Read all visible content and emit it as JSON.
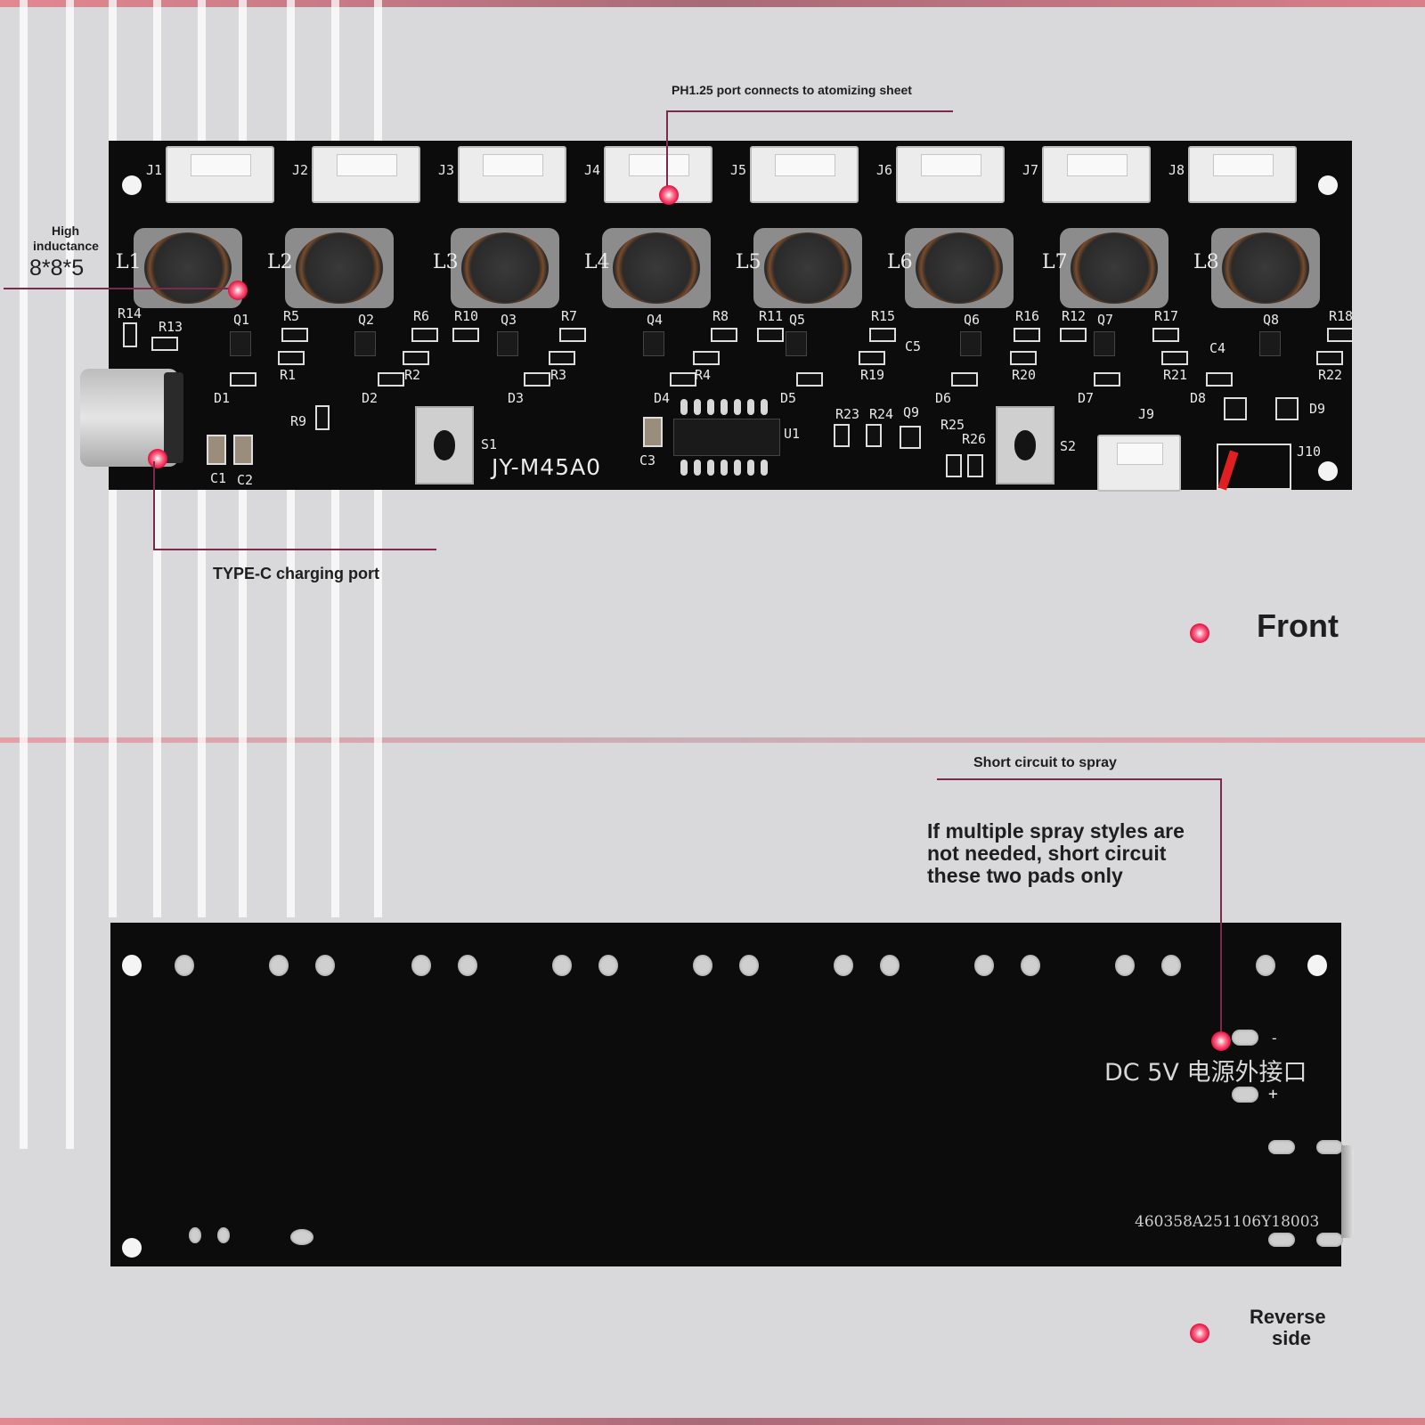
{
  "labels": {
    "ph_port": "PH1.25 port connects to atomizing sheet",
    "high": "High",
    "inductance": "inductance",
    "inductor_size": "8*8*5",
    "type_c": "TYPE-C charging port",
    "front": "Front",
    "short_circuit": "Short circuit to spray",
    "note_line1": "If multiple spray styles are",
    "note_line2": "not needed, short circuit",
    "note_line3": "these two pads only",
    "reverse1": "Reverse",
    "reverse2": "side"
  },
  "silkscreen": {
    "model": "JY-M45A0",
    "dc": "DC 5V 电源外接口",
    "minus": "-",
    "plus": "+",
    "serial": "460358A251106Y18003",
    "connectors": [
      "J1",
      "J2",
      "J3",
      "J4",
      "J5",
      "J6",
      "J7",
      "J8"
    ],
    "inductors": [
      "L1",
      "L2",
      "L3",
      "L4",
      "L5",
      "L6",
      "L7",
      "L8"
    ],
    "transistors": [
      "Q1",
      "Q2",
      "Q3",
      "Q4",
      "Q5",
      "Q6",
      "Q7",
      "Q8"
    ],
    "diodes": [
      "D1",
      "D2",
      "D3",
      "D4",
      "D5",
      "D6",
      "D7",
      "D8"
    ],
    "resistors_top": [
      "R5",
      "R6",
      "R10",
      "R7",
      "R8",
      "R11",
      "R15",
      "R16",
      "R12",
      "R17",
      "R18"
    ],
    "resistors_bottom": [
      "R1",
      "R2",
      "R3",
      "R4",
      "R19",
      "R20",
      "R21",
      "R22"
    ],
    "misc": {
      "r14": "R14",
      "r13": "R13",
      "r9": "R9",
      "c1": "C1",
      "c2": "C2",
      "s1": "S1",
      "s2": "S2",
      "c3": "C3",
      "u1": "U1",
      "r23": "R23",
      "r24": "R24",
      "q9": "Q9",
      "r25": "R25",
      "r26": "R26",
      "j9": "J9",
      "j10": "J10",
      "d9": "D9",
      "c4": "C4",
      "c5": "C5"
    }
  },
  "colors": {
    "background": "#d9d9dc",
    "band": "#c9606f",
    "board": "#0c0c0c",
    "leader": "#7a2a4a",
    "marker": "#e2103e"
  }
}
